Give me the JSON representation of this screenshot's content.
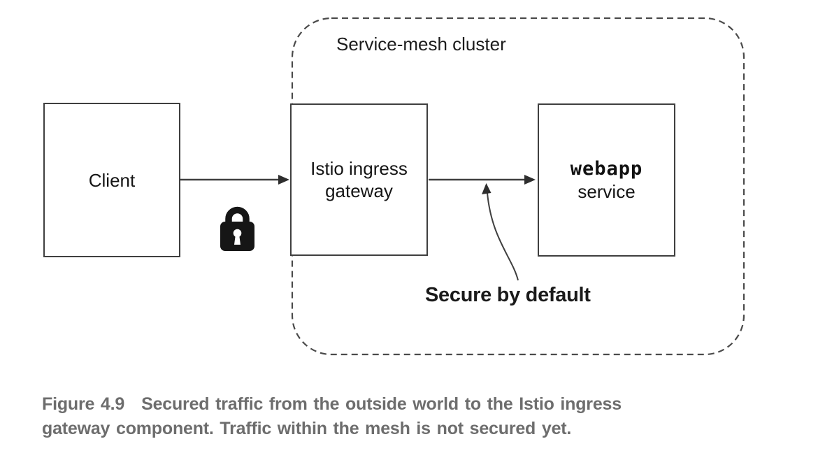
{
  "diagram": {
    "cluster": {
      "label": "Service-mesh cluster"
    },
    "nodes": {
      "client": {
        "label": "Client"
      },
      "gateway": {
        "label": "Istio ingress\ngateway"
      },
      "webapp": {
        "code_label": "webapp",
        "sub_label": "service"
      }
    },
    "annotation": {
      "label": "Secure by default"
    },
    "icons": {
      "lock": "padlock-secure-connection"
    }
  },
  "caption": {
    "label": "Figure 4.9",
    "line1": "Secured traffic from the outside world to the Istio ingress",
    "line2": "gateway component. Traffic within the mesh is not secured yet."
  },
  "colors": {
    "background": "#ffffff",
    "box_border": "#3f3f3f",
    "cluster_dash": "#4a4a4a",
    "arrow": "#3f3f3f",
    "lock": "#161616",
    "annotation_text": "#1a1a1a",
    "caption_text": "#6d6d6d"
  }
}
